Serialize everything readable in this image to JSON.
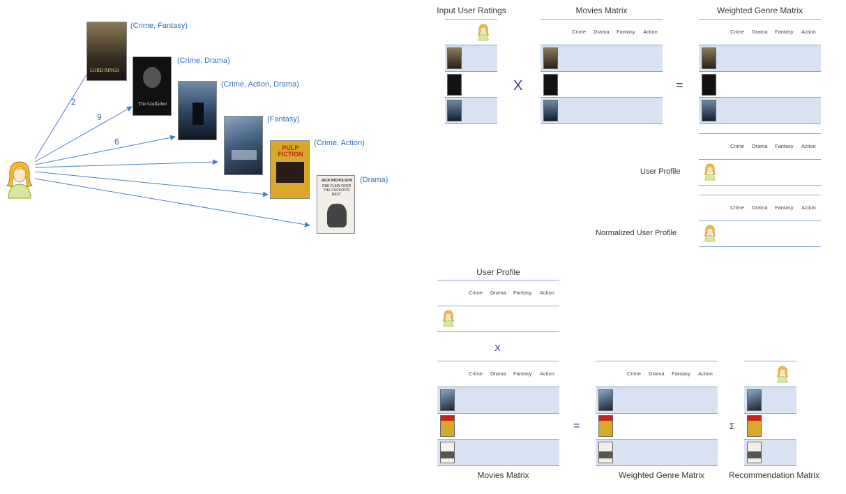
{
  "left": {
    "ratings": [
      "2",
      "9",
      "6"
    ],
    "movies": [
      {
        "genres": "(Crime, Fantasy)",
        "color": "#6b5a3a"
      },
      {
        "genres": "(Crime, Drama)",
        "color": "#2a2020"
      },
      {
        "genres": "(Crime, Action, Drama)",
        "color": "#2d4a68"
      },
      {
        "genres": "(Fantasy)",
        "color": "#3f5a7a"
      },
      {
        "genres": "(Crime, Action)",
        "color": "#c9a028"
      },
      {
        "genres": "(Drama)",
        "color": "#e8e4dc"
      }
    ],
    "poster_text": {
      "lotr": "LORD RINGS",
      "godfather": "The Godfather",
      "pulp": "PULP FICTION",
      "cuckoo_name": "JACK NICHOLSON",
      "cuckoo_title": "ONE FLEW OVER THE CUCKOO'S NEST"
    }
  },
  "top": {
    "input_title": "Input User Ratings",
    "movies_title": "Movies Matrix",
    "weighted_title": "Weighted Genre Matrix",
    "times": "X",
    "equals": "=",
    "genre_headers": [
      "Crime",
      "Drama",
      "Fantasy",
      "Action"
    ],
    "user_profile_label": "User Profile",
    "normalized_label": "Normalized User Profile"
  },
  "bottom": {
    "user_profile_title": "User Profile",
    "times": "X",
    "equals": "=",
    "sigma": "Σ",
    "movies_title": "Movies Matrix",
    "weighted_title": "Weighted Genre Matrix",
    "recommendation_title": "Recommendation Matrix",
    "genre_headers": [
      "Crime",
      "Drama",
      "Fantasy",
      "Action"
    ]
  },
  "colors": {
    "accent_blue": "#2f6fb5",
    "row_band": "#d9e2f3",
    "rule": "#8aa2d6",
    "avatar_hair": "#f5b73a",
    "avatar_body": "#d8e89a"
  }
}
